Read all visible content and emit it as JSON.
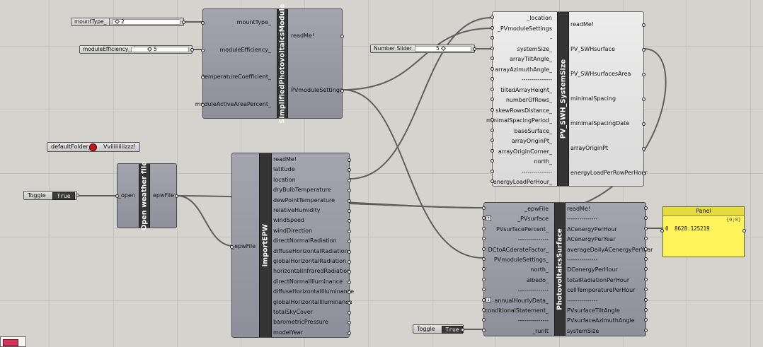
{
  "sliders": {
    "mount_type": {
      "label": "mountType_",
      "value": "2"
    },
    "module_efficiency": {
      "label": "moduleEfficiency_",
      "value": "5"
    },
    "number_slider": {
      "label": "Number Slider",
      "value": "5"
    }
  },
  "default_folder": {
    "label": "defaultFolder_",
    "value": "Vviiiiiiiiizzz!"
  },
  "toggles": {
    "open_toggle": {
      "label": "Toggle",
      "value": "True"
    },
    "run_toggle": {
      "label": "Toggle",
      "value": "True"
    }
  },
  "open_weather": {
    "title": "Open weather file",
    "input": "_open",
    "output": "epwFile"
  },
  "simplified_pv": {
    "title": "SimplifiedPhotovoltaicsModule",
    "inputs": [
      "mountType_",
      "moduleEfficiency_",
      "temperatureCoefficient_",
      "moduleActiveAreaPercent_"
    ],
    "outputs": [
      "readMe!",
      "PVmoduleSettings"
    ]
  },
  "import_epw": {
    "title": "importEPW",
    "inputs": [
      "_epwFile"
    ],
    "outputs": [
      "readMe!",
      "latitude",
      "location",
      "dryBulbTemperature",
      "dewPointTemperature",
      "relativeHumidity",
      "windSpeed",
      "windDirection",
      "directNormalRadiation",
      "diffuseHorizontalRadiation",
      "globalHorizontalRadiation",
      "horizontalInfraredRadiation",
      "directNormalIlluminance",
      "diffuseHorizontalIlluminance",
      "globalHorizontalIlluminance",
      "totalSkyCover",
      "barometricPressure",
      "modelYear"
    ]
  },
  "pv_swh": {
    "title": "PV_SWH_SystemSize",
    "inputs": [
      "_location",
      "_PVmoduleSettings",
      "-",
      "systemSize_",
      "arrayTiltAngle_",
      "arrayAzimuthAngle_",
      "---------------",
      "tiltedArrayHeight_",
      "numberOfRows_",
      "skewRowsDistance_",
      "minimalSpacingPeriod_",
      "baseSurface_",
      "arrayOriginPt_",
      "arrayOriginCorner_",
      "north_",
      "---------------",
      "energyLoadPerHour_"
    ],
    "outputs": [
      "readMe!",
      "PV_SWHsurface",
      "PV_SWHsurfacesArea",
      "minimalSpacing",
      "minimalSpacingDate",
      "arrayOriginPt",
      "energyLoadPerRowPerHour"
    ]
  },
  "pv_surface": {
    "title": "PhotovoltaicsSurface",
    "inputs": [
      "_epwFile",
      "_PVsurface",
      "PVsurfacePercent_",
      "---------------",
      "DCtoACderateFactor_",
      "PVmoduleSettings_",
      "north_",
      "albedo_",
      "---------------",
      "annualHourlyData_",
      "conditionalStatement_",
      "---------------",
      "_runIt"
    ],
    "outputs": [
      "readMe!",
      "---------------",
      "ACenergyPerHour",
      "ACenergyPerYear",
      "averageDailyACenergyPerYear",
      "---------------",
      "DCenergyPerHour",
      "totalRadiationPerHour",
      "cellTemperaturePerHour",
      "---------------",
      "PVsurfaceTiltAngle",
      "PVsurfaceAzimuthAngle",
      "systemSize"
    ]
  },
  "panel": {
    "title": "Panel",
    "index": "{0;0}",
    "row_index": "0",
    "value": "8628.125219"
  },
  "colors": {
    "canvas": "#d4d3cd",
    "component": "#9a9aa5",
    "spine": "#343434",
    "panel": "#fff45c"
  }
}
